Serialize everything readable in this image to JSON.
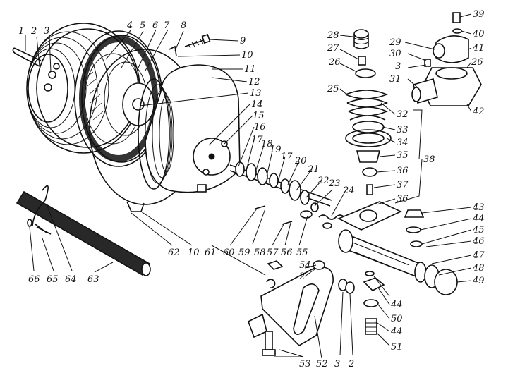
{
  "diagram": {
    "labels": [
      "1",
      "2",
      "3",
      "4",
      "5",
      "6",
      "7",
      "8",
      "9",
      "10",
      "11",
      "12",
      "13",
      "14",
      "15",
      "16",
      "17",
      "17",
      "18",
      "19",
      "20",
      "21",
      "22",
      "23",
      "24",
      "25",
      "26",
      "26",
      "27",
      "28",
      "29",
      "30",
      "3",
      "31",
      "32",
      "33",
      "34",
      "35",
      "36",
      "36",
      "37",
      "38",
      "39",
      "40",
      "41",
      "42",
      "43",
      "44",
      "44",
      "44",
      "45",
      "46",
      "47",
      "48",
      "49",
      "50",
      "51",
      "52",
      "53",
      "2",
      "3",
      "54",
      "2",
      "55",
      "56",
      "57",
      "58",
      "59",
      "60",
      "61",
      "10",
      "62",
      "63",
      "64",
      "65",
      "66"
    ]
  }
}
